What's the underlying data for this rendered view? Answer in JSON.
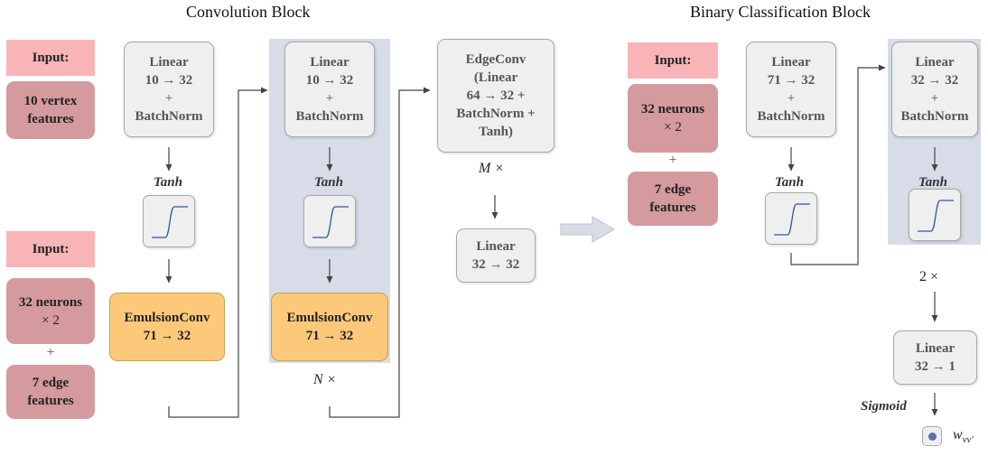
{
  "titles": {
    "convolution": "Convolution Block",
    "classification": "Binary Classification Block"
  },
  "conv": {
    "input_vertex": {
      "header": "Input:",
      "line1": "10 vertex",
      "line2": "features"
    },
    "input_edge": {
      "header": "Input:",
      "neurons_l1": "32 neurons",
      "neurons_l2": "× 2",
      "plus": "+",
      "edge_l1": "7 edge",
      "edge_l2": "features"
    },
    "linear_a": {
      "l1": "Linear",
      "l2": "10 → 32",
      "l3": "+",
      "l4": "BatchNorm"
    },
    "tanh_a": "Tanh",
    "emulsion_a": {
      "l1": "EmulsionConv",
      "l2": "71 → 32"
    },
    "linear_b": {
      "l1": "Linear",
      "l2": "10 → 32",
      "l3": "+",
      "l4": "BatchNorm"
    },
    "tanh_b": "Tanh",
    "emulsion_b": {
      "l1": "EmulsionConv",
      "l2": "71 → 32"
    },
    "repeat": "N ×",
    "edgeconv": {
      "l1": "EdgeConv",
      "l2": "(Linear",
      "l3": "64 → 32 +",
      "l4": "BatchNorm +",
      "l5": "Tanh)"
    },
    "edge_repeat": "M ×",
    "linear_c": {
      "l1": "Linear",
      "l2": "32 → 32"
    }
  },
  "cls": {
    "input": {
      "header": "Input:",
      "neurons_l1": "32 neurons",
      "neurons_l2": "× 2",
      "plus": "+",
      "edge_l1": "7 edge",
      "edge_l2": "features"
    },
    "linear_a": {
      "l1": "Linear",
      "l2": "71 → 32",
      "l3": "+",
      "l4": "BatchNorm"
    },
    "tanh_a": "Tanh",
    "linear_b": {
      "l1": "Linear",
      "l2": "32 → 32",
      "l3": "+",
      "l4": "BatchNorm"
    },
    "tanh_b": "Tanh",
    "repeat": "2 ×",
    "linear_out": {
      "l1": "Linear",
      "l2": "32 → 1"
    },
    "sigmoid": "Sigmoid",
    "output_label": "w",
    "output_sub": "vv′"
  },
  "colors": {
    "band": "#d7dce8",
    "input_header": "#f9b4b8",
    "input_body": "#d49a9e",
    "emulsion": "#fcc97a",
    "node": "#efefef",
    "curve": "#2f58a8"
  }
}
